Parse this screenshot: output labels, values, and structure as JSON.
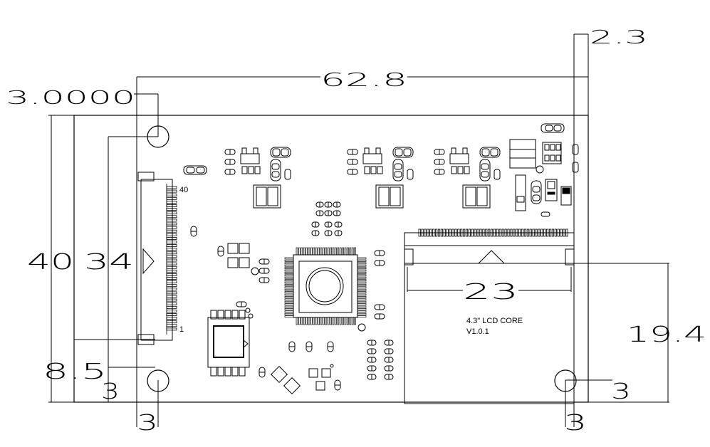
{
  "dimensions": {
    "hole_offset_top": "3.0000",
    "board_width": "62.8",
    "right_margin": "2.3",
    "board_height": "40",
    "connector_height": "34",
    "bottom_offset": "8.5",
    "hole_bottom_left": "3",
    "hole_bottom_left_below": "3",
    "lcd_connector_width": "23",
    "lcd_zone_height": "19.4",
    "hole_bottom_right": "3",
    "hole_bottom_right_below": "3"
  },
  "silkscreen": {
    "board_name": "4.3\" LCD CORE",
    "version": "V1.0.1",
    "pin_first": "40",
    "pin_last": "1"
  },
  "colors": {
    "line": "#000000",
    "background": "#ffffff"
  }
}
